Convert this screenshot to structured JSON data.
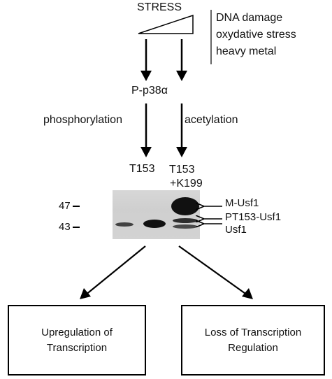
{
  "stress": {
    "label": "STRESS"
  },
  "stress_types": [
    "DNA damage",
    "oxydative stress",
    "heavy metal"
  ],
  "kinase": {
    "label": "P-p38α"
  },
  "modifications": {
    "left": "phosphorylation",
    "right": "acetylation"
  },
  "lanes": {
    "left": "T153",
    "right_line1": "T153",
    "right_line2": "+K199"
  },
  "mw_markers": [
    "47",
    "43"
  ],
  "band_labels": [
    "M-Usf1",
    "PT153-Usf1",
    "Usf1"
  ],
  "outcomes": {
    "left": {
      "line1": "Upregulation of",
      "line2": "Transcription"
    },
    "right": {
      "line1": "Loss of Transcription",
      "line2": "Regulation"
    }
  }
}
